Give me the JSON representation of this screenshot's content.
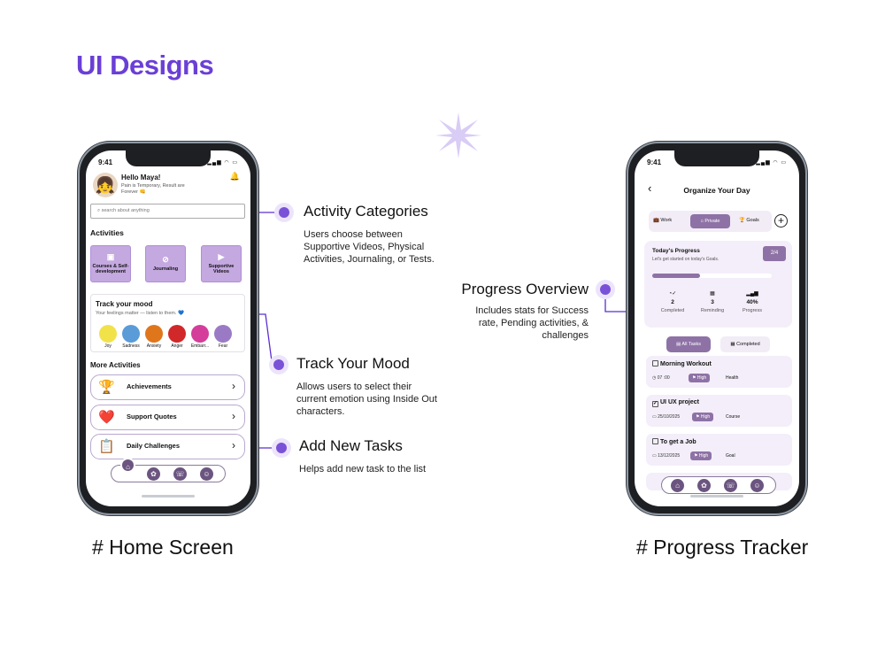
{
  "title": "UI Designs",
  "captions": {
    "home": "# Home Screen",
    "tracker": "# Progress Tracker"
  },
  "annotations": [
    {
      "title": "Activity Categories",
      "desc": "Users choose between Supportive Videos, Physical Activities, Journaling, or Tests."
    },
    {
      "title": "Track Your Mood",
      "desc": "Allows users to select their current emotion using Inside Out characters."
    },
    {
      "title": "Add New Tasks",
      "desc": "Helps add new task to the list"
    },
    {
      "title": "Progress Overview",
      "desc": "Includes stats for Success rate, Pending activities, & challenges"
    }
  ],
  "home": {
    "time": "9:41",
    "greeting": "Hello Maya!",
    "subtitle": "Pain is Temporary, Result are Forever 👊",
    "search_placeholder": "search about anything",
    "activities_label": "Activities",
    "tiles": [
      "Courses & Self-development",
      "Journaling",
      "Supportive Videos"
    ],
    "mood": {
      "title": "Track your mood",
      "subtitle": "Your feelings matter — listen to them. 💙",
      "faces": [
        {
          "label": "Joy",
          "color": "#f2e24a"
        },
        {
          "label": "Sadness",
          "color": "#5a9bd8"
        },
        {
          "label": "Anxiety",
          "color": "#e0761c"
        },
        {
          "label": "Anger",
          "color": "#d1282a"
        },
        {
          "label": "Embarr...",
          "color": "#d43d9a"
        },
        {
          "label": "Fear",
          "color": "#9b7ac5"
        }
      ]
    },
    "more_label": "More Activities",
    "items": [
      {
        "label": "Achievements",
        "emoji": "🏆"
      },
      {
        "label": "Support Quotes",
        "emoji": "❤️"
      },
      {
        "label": "Daily Challenges",
        "emoji": "📋"
      }
    ]
  },
  "tracker": {
    "time": "9:41",
    "title": "Organize Your Day",
    "tabs": [
      "Work",
      "Private",
      "Goals"
    ],
    "progress": {
      "title": "Today's Progress",
      "subtitle": "Let's get started on today's Goals.",
      "badge": "2/4",
      "fraction": 0.4,
      "stats": [
        {
          "value": "2",
          "label": "Completed"
        },
        {
          "value": "3",
          "label": "Reminding"
        },
        {
          "value": "40%",
          "label": "Progress"
        }
      ]
    },
    "filters": [
      "All Tasks",
      "Completed"
    ],
    "tasks": [
      {
        "title": "Morning Workout",
        "meta": "07 :00",
        "priority": "High",
        "category": "Health",
        "checked": false
      },
      {
        "title": "UI UX project",
        "meta": "25/10/2025",
        "priority": "High",
        "category": "Course",
        "checked": true
      },
      {
        "title": "To get a Job",
        "meta": "13/12/2025",
        "priority": "High",
        "category": "Goal",
        "checked": false
      }
    ]
  }
}
